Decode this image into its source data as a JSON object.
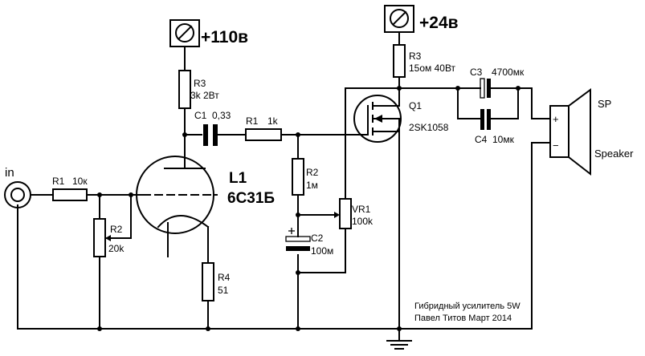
{
  "supply_110": {
    "label": "+110в",
    "icon": "ammeter-icon"
  },
  "supply_24": {
    "label": "+24в",
    "icon": "ammeter-icon"
  },
  "input": {
    "label": "in"
  },
  "r1_in": {
    "name": "R1",
    "value": "10к"
  },
  "r2_pot": {
    "name": "R2",
    "value": "20k"
  },
  "r3_tube": {
    "name": "R3",
    "value": "3k 2Вт"
  },
  "r4": {
    "name": "R4",
    "value": "51"
  },
  "c1": {
    "name": "C1",
    "value": "0,33"
  },
  "r1_gate": {
    "name": "R1",
    "value": "1k"
  },
  "r2_bias": {
    "name": "R2",
    "value": "1м"
  },
  "c2": {
    "name": "C2",
    "value": "100м"
  },
  "vr1": {
    "name": "VR1",
    "value": "100k"
  },
  "tube": {
    "name": "L1",
    "type": "6С31Б"
  },
  "q1": {
    "name": "Q1",
    "type": "2SK1058"
  },
  "r3_load": {
    "name": "R3",
    "value": "15ом 40Вт"
  },
  "c3": {
    "name": "C3",
    "value": "4700мк"
  },
  "c4": {
    "name": "C4",
    "value": "10мк"
  },
  "speaker": {
    "name": "SP",
    "label": "Speaker",
    "plus": "+",
    "minus": "−"
  },
  "note": {
    "line1": "Гибридный усилитель 5W",
    "line2": "Павел Титов   Март 2014"
  }
}
